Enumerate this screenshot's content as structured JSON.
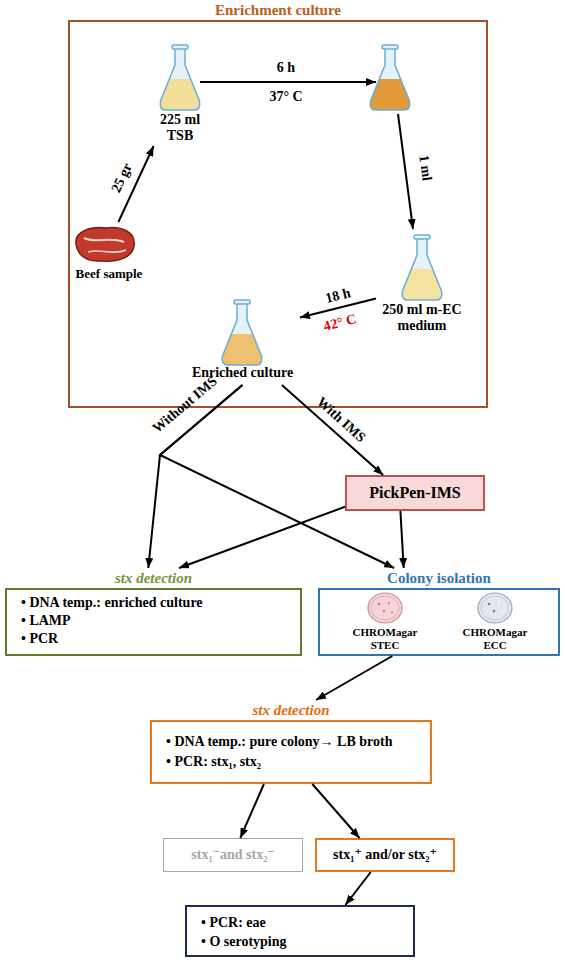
{
  "diagram": {
    "nodes": [
      {
        "text": [
          "Enrichment culture"
        ]
      },
      {
        "text": [
          "Beef sample"
        ],
        "in": 0
      },
      {
        "text": [
          "225 ml TSB"
        ],
        "in": 0
      },
      {
        "text": [
          "250 ml m-EC medium"
        ],
        "in": 0
      },
      {
        "text": [
          "Enriched culture"
        ],
        "in": 0
      },
      {
        "text": [
          "PickPen-IMS"
        ]
      },
      {
        "text": [
          "stx detection",
          "• DNA temp.: enriched culture",
          "• LAMP",
          "• PCR"
        ]
      },
      {
        "text": [
          "Colony isolation"
        ]
      },
      {
        "text": [
          "CHROMagar STEC"
        ],
        "in": 7
      },
      {
        "text": [
          "CHROMagar ECC"
        ],
        "in": 7
      },
      {
        "text": [
          "stx detection",
          "• DNA temp.: pure colony→ LB broth",
          "• PCR: stx₁, stx₂"
        ]
      },
      {
        "text": [
          "stx₁⁻and stx₂⁻"
        ]
      },
      {
        "text": [
          "stx₁⁺ and/or stx₂⁺"
        ]
      },
      {
        "text": [
          "• PCR: eae",
          "• O serotyping"
        ]
      }
    ],
    "edges": [
      {
        "from": 1,
        "to": 2,
        "arrow": "to",
        "label": "25 gr"
      },
      {
        "from": 3,
        "to": 4,
        "arrow": "to",
        "label": "18 h"
      },
      {
        "from": 4,
        "to": 6,
        "arrow": "to",
        "label": "Without IMS"
      },
      {
        "from": 4,
        "to": 7,
        "arrow": "to"
      },
      {
        "from": 4,
        "to": 5,
        "arrow": "to",
        "label": "With IMS"
      },
      {
        "from": 5,
        "to": 6,
        "arrow": "to"
      },
      {
        "from": 5,
        "to": 7,
        "arrow": "to"
      },
      {
        "from": 7,
        "to": 10,
        "arrow": "to"
      },
      {
        "from": 10,
        "to": 11,
        "arrow": "to"
      },
      {
        "from": 10,
        "to": 12,
        "arrow": "to"
      },
      {
        "from": 12,
        "to": 13,
        "arrow": "to"
      }
    ],
    "labels": [
      "6 h",
      "37° C",
      "1 ml",
      "42° C"
    ]
  }
}
